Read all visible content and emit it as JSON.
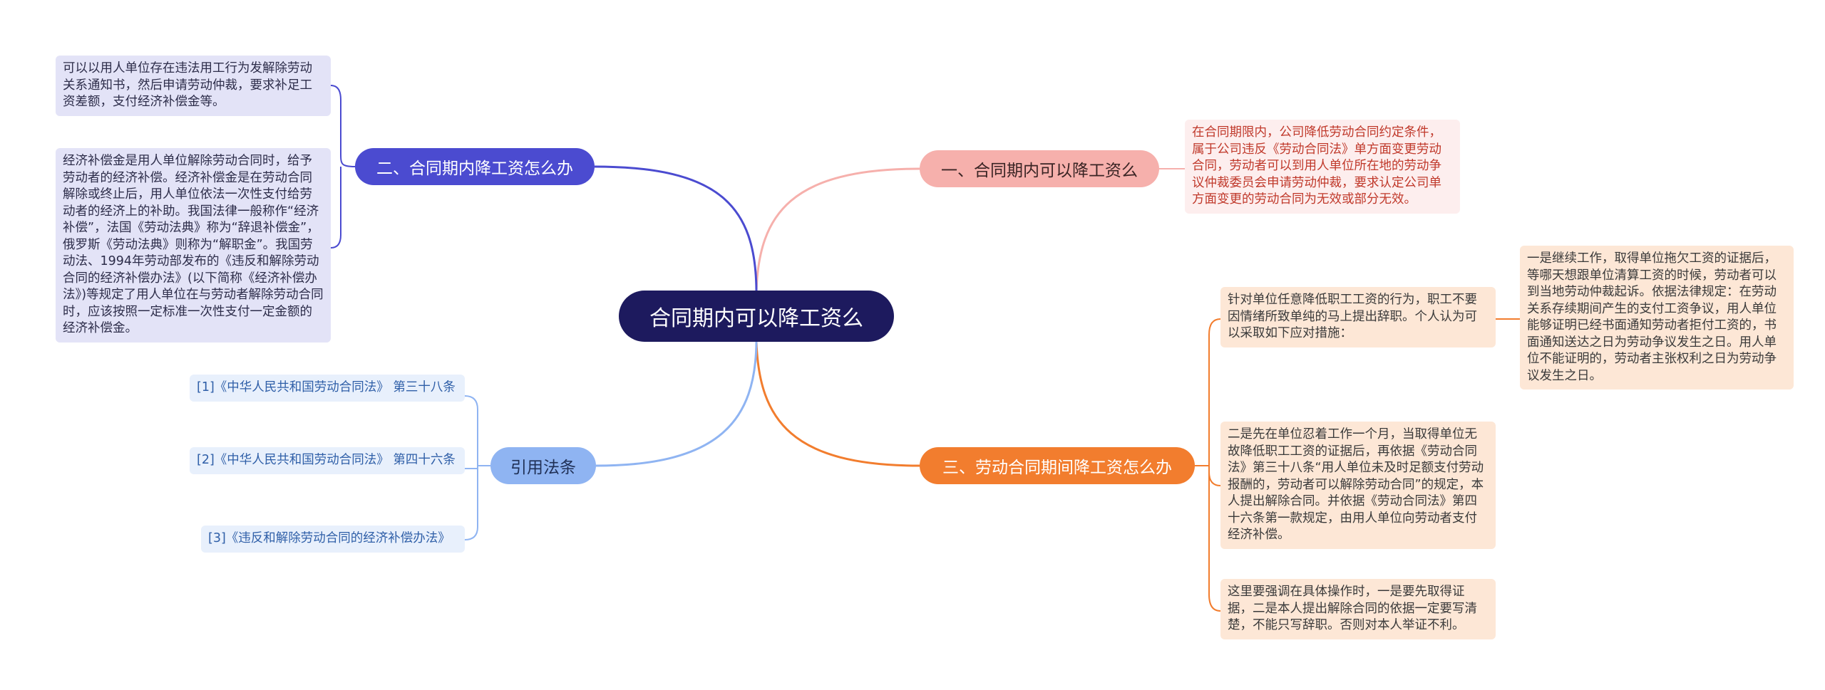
{
  "root": {
    "title": "合同期内可以降工资么"
  },
  "branches": {
    "b1": {
      "title": "一、合同期内可以降工资么",
      "leaf": "在合同期限内，公司降低劳动合同约定条件，属于公司违反《劳动合同法》单方面变更劳动合同，劳动者可以到用人单位所在地的劳动争议仲裁委员会申请劳动仲裁，要求认定公司单方面变更的劳动合同为无效或部分无效。"
    },
    "b2": {
      "title": "二、合同期内降工资怎么办",
      "leaves": [
        "可以以用人单位存在违法用工行为发解除劳动关系通知书，然后申请劳动仲裁，要求补足工资差额，支付经济补偿金等。",
        "经济补偿金是用人单位解除劳动合同时，给予劳动者的经济补偿。经济补偿金是在劳动合同解除或终止后，用人单位依法一次性支付给劳动者的经济上的补助。我国法律一般称作“经济补偿”，法国《劳动法典》称为“辞退补偿金”，俄罗斯《劳动法典》则称为“解职金”。我国劳动法、1994年劳动部发布的《违反和解除劳动合同的经济补偿办法》(以下简称《经济补偿办法》)等规定了用人单位在与劳动者解除劳动合同时，应该按照一定标准一次性支付一定金额的经济补偿金。"
      ]
    },
    "b3": {
      "title": "三、劳动合同期间降工资怎么办",
      "leaves": [
        "针对单位任意降低职工工资的行为，职工不要因情绪所致单纯的马上提出辞职。个人认为可以采取如下应对措施：",
        "二是先在单位忍着工作一个月，当取得单位无故降低职工工资的证据后，再依据《劳动合同法》第三十八条“用人单位未及时足额支付劳动报酬的，劳动者可以解除劳动合同”的规定，本人提出解除合同。并依据《劳动合同法》第四十六条第一款规定，由用人单位向劳动者支付经济补偿。",
        "这里要强调在具体操作时，一是要先取得证据，二是本人提出解除合同的依据一定要写清楚，不能只写辞职。否则对本人举证不利。"
      ],
      "subleaf": "一是继续工作，取得单位拖欠工资的证据后，等哪天想跟单位清算工资的时候，劳动者可以到当地劳动仲裁起诉。依据法律规定：在劳动关系存续期间产生的支付工资争议，用人单位能够证明已经书面通知劳动者拒付工资的，书面通知送达之日为劳动争议发生之日。用人单位不能证明的，劳动者主张权利之日为劳动争议发生之日。"
    },
    "b4": {
      "title": "引用法条",
      "leaves": [
        "[1]《中华人民共和国劳动合同法》 第三十八条",
        "[2]《中华人民共和国劳动合同法》 第四十六条",
        "[3]《违反和解除劳动合同的经济补偿办法》"
      ]
    }
  },
  "colors": {
    "root": "#1d1a5e",
    "b1": "#f6b0ac",
    "b2": "#4b4bd0",
    "b3": "#f27d2e",
    "b4": "#8fb4f2"
  }
}
